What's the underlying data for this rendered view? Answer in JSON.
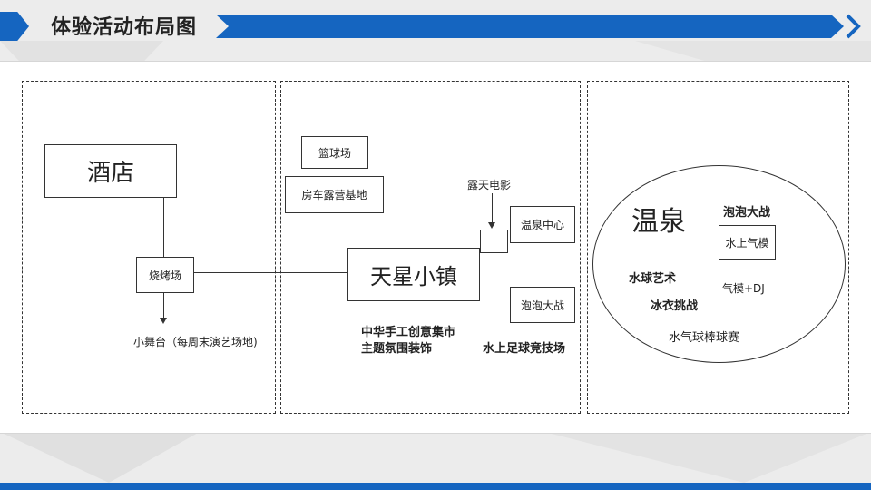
{
  "header": {
    "title": "体验活动布局图"
  },
  "colors": {
    "accent": "#1565c0",
    "line": "#333333",
    "panel": "#ffffff",
    "background": "#ececec"
  },
  "icons": {
    "header_left": "chevron-right-icon",
    "header_right": "chevron-right-icon"
  },
  "diagram": {
    "left_zone": {
      "hotel": "酒店",
      "bbq": "烧烤场",
      "stage": "小舞台（每周末演艺场地)"
    },
    "middle_zone": {
      "basketball": "篮球场",
      "rv_camp": "房车露营基地",
      "open_air_movie": "露天电影",
      "hot_spring_center": "温泉中心",
      "town": "天星小镇",
      "bubble_battle": "泡泡大战",
      "market_line1": "中华手工创意集市",
      "market_line2": "主题氛围装饰",
      "water_football": "水上足球竞技场"
    },
    "right_zone": {
      "hot_spring": "温泉",
      "bubble_battle": "泡泡大战",
      "water_balloon_model": "水上气模",
      "water_polo_art": "水球艺术",
      "balloon_model_dj": "气模+DJ",
      "ice_challenge": "冰衣挑战",
      "water_baseball": "水气球棒球赛"
    }
  }
}
